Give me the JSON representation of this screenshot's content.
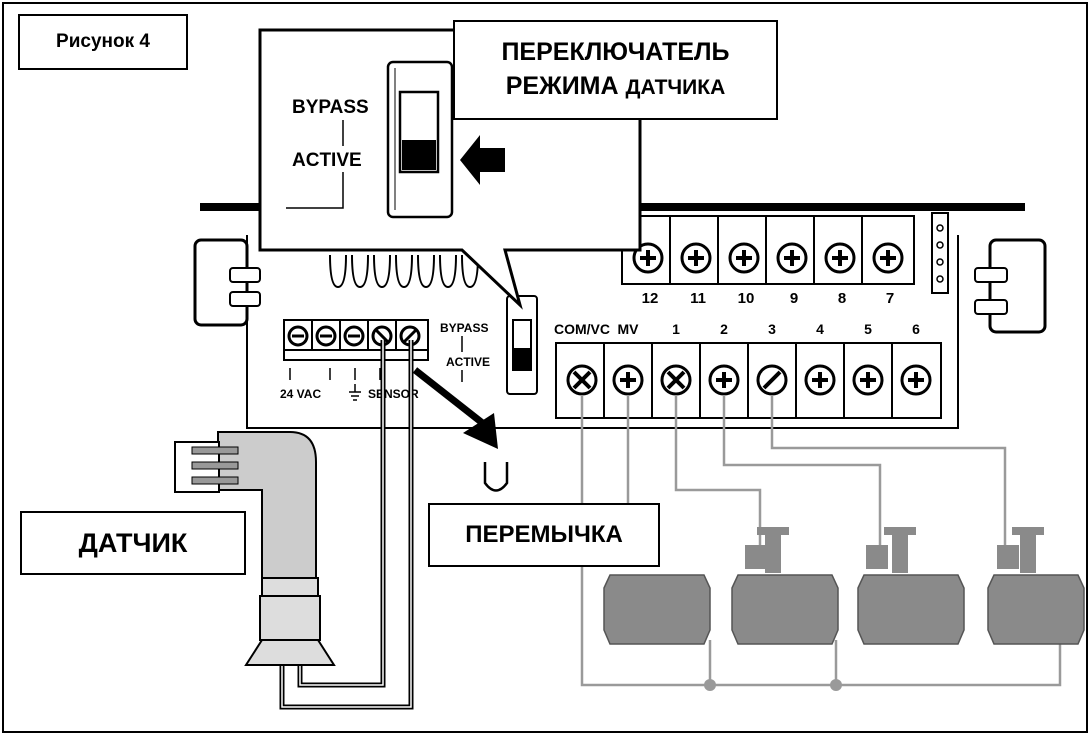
{
  "figure_label": "Рисунок 4",
  "callouts": {
    "switch_title_line1": "ПЕРЕКЛЮЧАТЕЛЬ",
    "switch_title_line2_a": "РЕЖИМА",
    "switch_title_line2_b": "ДАТЧИКА",
    "sensor": "ДАТЧИК",
    "jumper": "ПЕРЕМЫЧКА"
  },
  "switch_zoom": {
    "bypass": "BYPASS",
    "active": "ACTIVE"
  },
  "board": {
    "small_bypass": "BYPASS",
    "small_active": "ACTIVE",
    "power_label": "24 VAC",
    "sensor_label": "SENSOR",
    "top_terminals": [
      "12",
      "11",
      "10",
      "9",
      "8",
      "7"
    ],
    "bottom_terminals": [
      "COM/VC",
      "MV",
      "1",
      "2",
      "3",
      "4",
      "5",
      "6"
    ]
  },
  "colors": {
    "valve_gray": "#8a8a8a",
    "wire_gray": "#9a9a9a",
    "sensor_gray": "#cccccc"
  }
}
